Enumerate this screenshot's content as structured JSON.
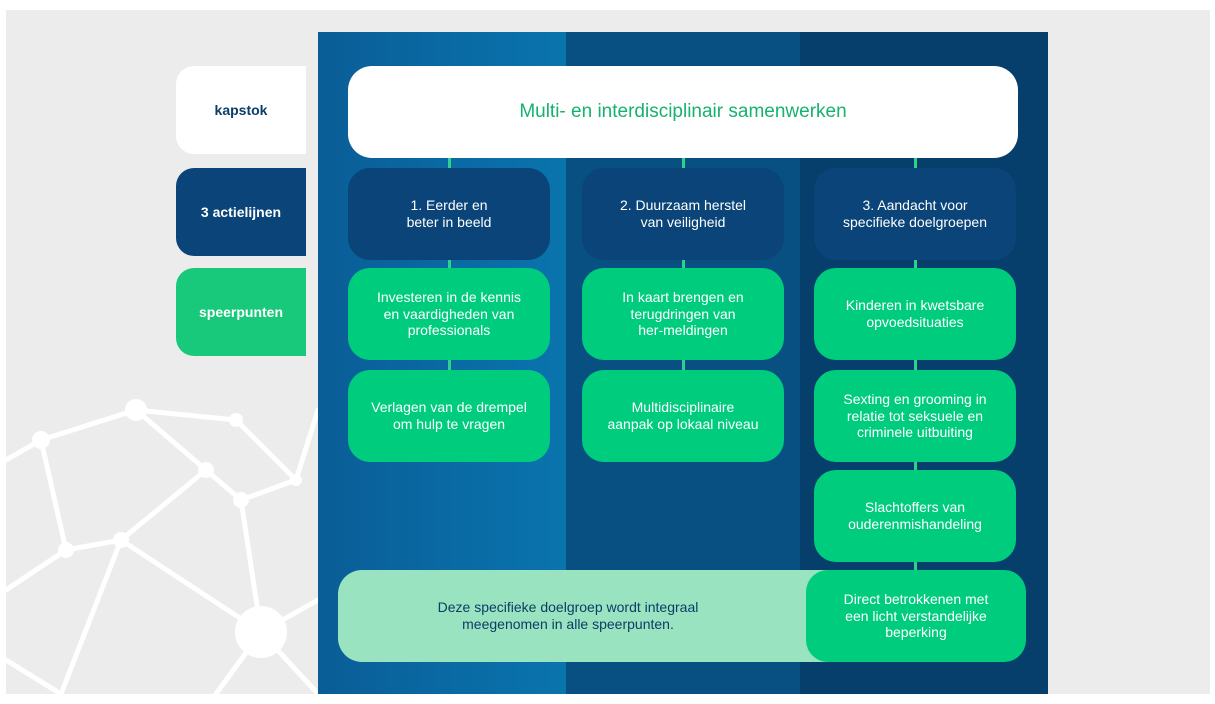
{
  "side_labels": {
    "kapstok": "kapstok",
    "actielijnen": "3 actielijnen",
    "speerpunten": "speerpunten"
  },
  "kapstok": {
    "title": "Multi- en interdisciplinair samenwerken"
  },
  "actielijnen": [
    {
      "line1": "1. Eerder en",
      "line2": "beter in beeld"
    },
    {
      "line1": "2. Duurzaam herstel",
      "line2": "van veiligheid"
    },
    {
      "line1": "3. Aandacht voor",
      "line2": "specifieke doelgroepen"
    }
  ],
  "speerpunten": {
    "col1": [
      {
        "lines": [
          "Investeren in de kennis",
          "en vaardigheden van",
          "professionals"
        ]
      },
      {
        "lines": [
          "Verlagen van de drempel",
          "om hulp te vragen"
        ]
      }
    ],
    "col2": [
      {
        "lines": [
          "In kaart brengen en",
          "terugdringen van",
          "her-meldingen"
        ]
      },
      {
        "lines": [
          "Multidisciplinaire",
          "aanpak op lokaal niveau"
        ]
      }
    ],
    "col3": [
      {
        "lines": [
          "Kinderen in kwetsbare",
          "opvoedsituaties"
        ]
      },
      {
        "lines": [
          "Sexting en grooming in",
          "relatie tot seksuele en",
          "criminele uitbuiting"
        ]
      },
      {
        "lines": [
          "Slachtoffers van",
          "ouderenmishandeling"
        ]
      },
      {
        "lines": [
          "Direct betrokkenen met",
          "een licht verstandelijke",
          "beperking"
        ]
      }
    ]
  },
  "band": {
    "line1": "Deze specifieke doelgroep wordt integraal",
    "line2": "meegenomen in alle speerpunten."
  },
  "colors": {
    "background": "#ececec",
    "column_1": "#0a74ad",
    "column_2": "#084f82",
    "column_3": "#073f6c",
    "actielijn_box": "#0a4478",
    "speerpunt_box": "#00cc7e",
    "band": "#99e3c0",
    "kapstok_text": "#16b26f"
  }
}
